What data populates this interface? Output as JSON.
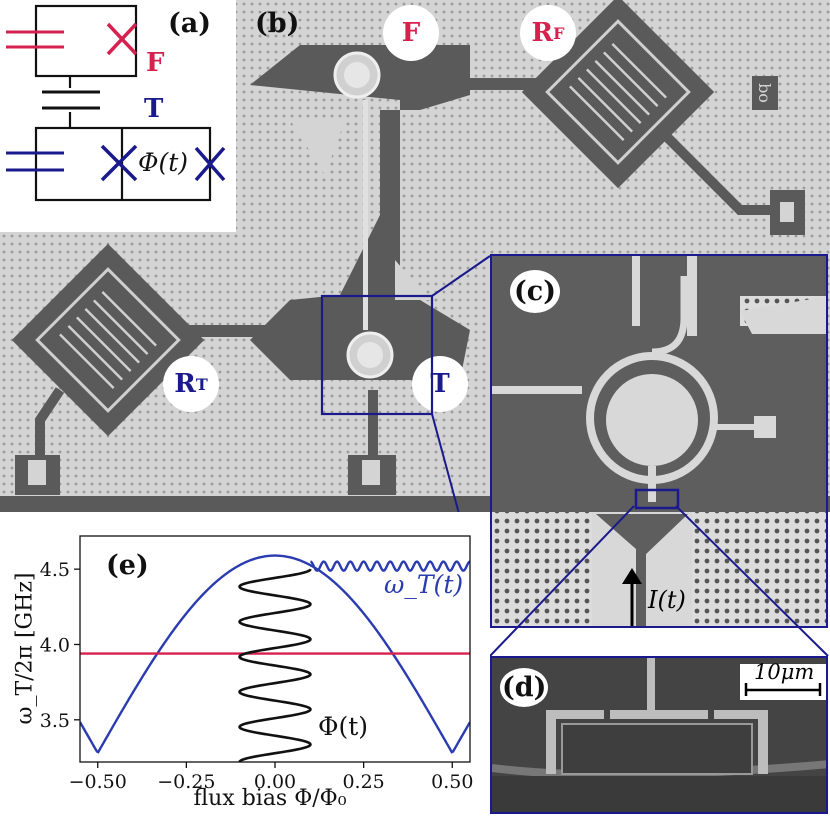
{
  "panels": {
    "a": "(a)",
    "b": "(b)",
    "c": "(c)",
    "d": "(d)",
    "e": "(e)"
  },
  "circuit": {
    "f_label": "F",
    "t_label": "T",
    "phi_label": "Φ(t)"
  },
  "chip": {
    "f_label": "F",
    "rf_label": "R",
    "rf_sub": "F",
    "rt_label": "R",
    "rt_sub": "T",
    "t_label": "T",
    "chip_mark": "bo"
  },
  "inset_c": {
    "current_label": "I(t)"
  },
  "inset_d": {
    "scale_label": "10μm"
  },
  "colors": {
    "crimson": "#d6204e",
    "navy": "#1a1a8c",
    "blue_curve": "#2a3cb0",
    "red_line": "#d6204e",
    "chip_dark": "#555555",
    "chip_light": "#d8d8d8"
  },
  "chart_data": {
    "type": "line",
    "ylabel": "ω_T/2π [GHz]",
    "xlabel": "flux bias Φ/Φ₀",
    "xlim": [
      -0.55,
      0.55
    ],
    "ylim": [
      3.22,
      4.72
    ],
    "xticks": [
      "−0.50",
      "−0.25",
      "0.00",
      "0.25",
      "0.50"
    ],
    "xtick_values": [
      -0.5,
      -0.25,
      0,
      0.25,
      0.5
    ],
    "yticks": [
      "3.5",
      "4.0",
      "4.5"
    ],
    "ytick_values": [
      3.5,
      4.0,
      4.5
    ],
    "series": [
      {
        "name": "ω_T(t)",
        "color": "#2a3cb0",
        "kind": "tunable-frequency",
        "f_max": 4.59,
        "f_min": 3.28
      },
      {
        "name": "",
        "color": "#d6204e",
        "kind": "horizontal",
        "y": 3.94
      },
      {
        "name": "Φ(t)",
        "color": "#111111",
        "kind": "flux-drive",
        "center": 0.0,
        "amplitude": 0.1,
        "periods": 5.5
      },
      {
        "name": "",
        "color": "#2a3cb0",
        "kind": "frequency-oscillation",
        "y_center": 4.52,
        "amplitude": 0.03,
        "periods": 12
      }
    ],
    "annotations": [
      "ω_T(t)",
      "Φ(t)"
    ]
  }
}
